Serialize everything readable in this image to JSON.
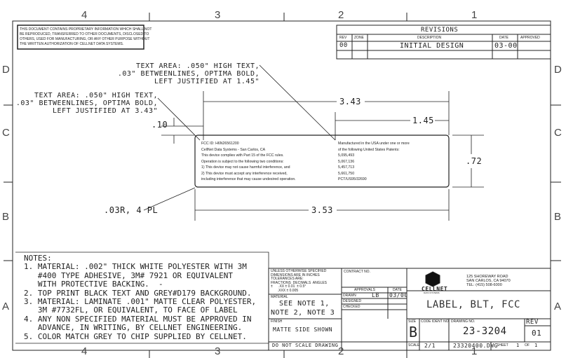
{
  "zones": {
    "cols": [
      "4",
      "3",
      "2",
      "1"
    ],
    "rows": [
      "D",
      "C",
      "B",
      "A"
    ]
  },
  "proprietary_notice": [
    "THIS DOCUMENT CONTAINS PROPRIETARY INFORMATION WHICH SHALL NOT",
    "BE REPRODUCED, TRANSFERRED TO OTHER DOCUMENTS, DISCLOSED TO",
    "OTHERS, USED FOR MANUFACTURING, OR ANY OTHER PURPOSE WITHOUT",
    "THE WRITTEN AUTHORIZATION OF CELLNET DATA SYSTEMS."
  ],
  "revisions": {
    "title": "REVISIONS",
    "headers": [
      "REV",
      "ZONE",
      "DESCRIPTION",
      "DATE",
      "APPROVED"
    ],
    "rows": [
      {
        "rev": "00",
        "zone": "",
        "description": "INITIAL DESIGN",
        "date": "03-00",
        "approved": ""
      }
    ]
  },
  "callouts": [
    {
      "lines": [
        "TEXT AREA: .050\" HIGH TEXT,",
        ".03\" BETWEENLINES, OPTIMA BOLD,",
        "LEFT JUSTIFIED AT 1.45\""
      ]
    },
    {
      "lines": [
        "TEXT AREA: .050\" HIGH TEXT,",
        ".03\" BETWEENLINES, OPTIMA BOLD,",
        "LEFT JUSTIFIED AT 3.43\""
      ]
    }
  ],
  "dimensions": {
    "d343": "3.43",
    "d145": "1.45",
    "d353": "3.53",
    "d072": ".72",
    "d010": ".10",
    "radius": ".03R, 4 PL"
  },
  "label": {
    "left": [
      "FCC ID: H6N26561200",
      "CellNet Data Systems - San Carlos, CA",
      "This device complies with Part 15 of the FCC rules.",
      "Operation is subject to the following two conditions:",
      "1) This device may not cause harmful interference, and",
      "2) This device must accept any interference received,",
      "including interference that may cause undesired operation."
    ],
    "right": [
      "Manufactured in the USA under one or more",
      "of the following United States Patents:",
      "5,095,493",
      "5,067,136",
      "5,457,713",
      "5,661,750",
      "PCT/US95/32690"
    ]
  },
  "notes": {
    "title": "NOTES:",
    "lines": [
      "1. MATERIAL: .002\" THICK WHITE POLYESTER WITH 3M",
      "   #400 TYPE ADHESIVE, 3M# 7921 OR EQUIVALENT",
      "   WITH PROTECTIVE BACKING.  -",
      "2. TOP PRINT BLACK TEXT AND GREY#D179 BACKGROUND.",
      "3. MATERIAL: LAMINATE .001\" MATTE CLEAR POLYESTER,",
      "   3M #7732FL, OR EQUIVALENT, TO FACE OF LABEL",
      "4. ANY NON SPECIFIED MATERIAL MUST BE APPROVED IN",
      "   ADVANCE, IN WRITING, BY CELLNET ENGINEERING.",
      "5. COLOR MATCH GREY TO CHIP SUPPLIED BY CELLNET."
    ]
  },
  "title_block": {
    "tolerances": [
      "UNLESS OTHERWISE SPECIFIED",
      "DIMENSIONS ARE IN INCHES",
      "TOLERANCES ARE:",
      "FRACTIONS  DECIMALS  ANGLES",
      "±      .XX ± 0.01  ± 0.5°",
      "       .XXX ± 0.005"
    ],
    "contract_no": "CONTRACT NO.",
    "approvals": "APPROVALS",
    "date": "DATE",
    "drawn_label": "DRAWN",
    "drawn_by": "LB",
    "drawn_date": "03/00",
    "designed_label": "DESIGNED",
    "checked_label": "CHECKED",
    "material_label": "MATERIAL",
    "material": [
      "SEE NOTE 1,",
      "NOTE 2, NOTE 3"
    ],
    "finish_label": "FINISH",
    "finish": "MATTE SIDE SHOWN",
    "do_not_scale": "DO NOT SCALE DRAWING",
    "company": "CELLNET",
    "company_sub": "DATA SYSTEMS",
    "address": [
      "125 SHOREWAY ROAD",
      "SAN CARLOS, CA 94070",
      "TEL: (415) 508-6000"
    ],
    "title": "LABEL, BLT, FCC",
    "size_label": "SIZE",
    "size": "B",
    "code_ident_label": "CODE IDENT NO.",
    "drawing_no_label": "DRAWING NO.",
    "drawing_no": "23-3204",
    "rev_label": "REV",
    "rev": "01",
    "scale_label": "SCALE",
    "scale": "2/1",
    "file": "23320400.DWG",
    "sheet_label": "SHEET",
    "sheet": "1",
    "of_label": "OF",
    "of": "1"
  }
}
